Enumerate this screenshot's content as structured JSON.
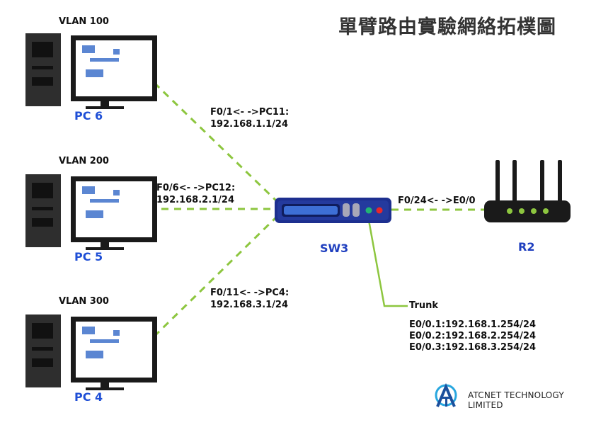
{
  "title": "單臂路由實驗網絡拓樸圖",
  "brand": "ATCNET TECHNOLOGY LIMITED",
  "colors": {
    "link": "#8dc63f",
    "pc_name": "#1f4fd6",
    "switch_body": "#1d2f8f",
    "trunk": "#8dc63f"
  },
  "pcs": [
    {
      "vlan": "VLAN 100",
      "name": "PC 6"
    },
    {
      "vlan": "VLAN 200",
      "name": "PC 5"
    },
    {
      "vlan": "VLAN 300",
      "name": "PC 4"
    }
  ],
  "links": {
    "pc6": {
      "port": "F0/1<- ->PC11:",
      "ip": "192.168.1.1/24"
    },
    "pc5": {
      "port": "F0/6<- ->PC12:",
      "ip": "192.168.2.1/24"
    },
    "pc4": {
      "port": "F0/11<- ->PC4:",
      "ip": "192.168.3.1/24"
    },
    "router": {
      "port": "F0/24<- ->E0/0"
    }
  },
  "switch": {
    "name": "SW3",
    "icon": "switch-icon"
  },
  "router": {
    "name": "R2",
    "icon": "router-icon"
  },
  "trunk": {
    "label": "Trunk",
    "subifs": [
      "E0/0.1:192.168.1.254/24",
      "E0/0.2:192.168.2.254/24",
      "E0/0.3:192.168.3.254/24"
    ]
  }
}
